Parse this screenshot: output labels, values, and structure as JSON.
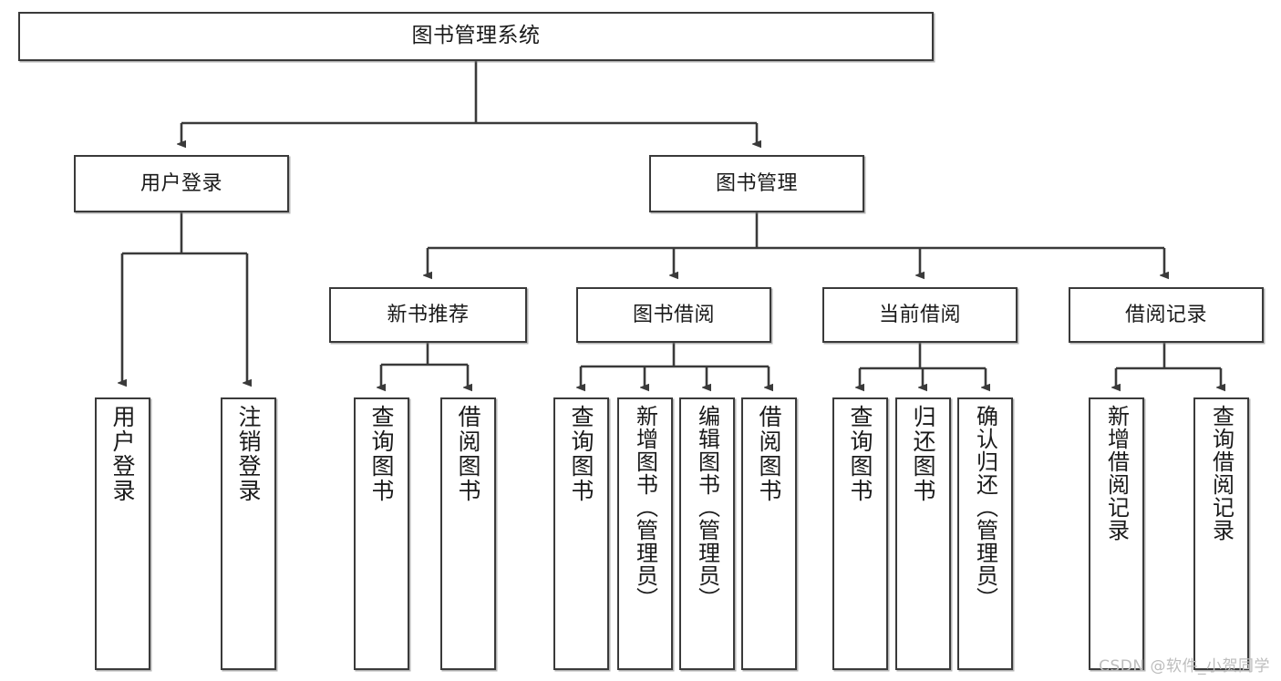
{
  "diagram": {
    "type": "tree",
    "title": "图书管理系统",
    "orientation": "top-down",
    "line_color": "#3a3a3a",
    "box_fill": "#ffffff",
    "text_color": "#1a1a1a"
  },
  "nodes": {
    "root": {
      "label": "图书管理系统"
    },
    "level2": [
      {
        "label": "用户登录"
      },
      {
        "label": "图书管理"
      }
    ],
    "level3": [
      {
        "label": "新书推荐"
      },
      {
        "label": "图书借阅"
      },
      {
        "label": "当前借阅"
      },
      {
        "label": "借阅记录"
      }
    ],
    "leaves": {
      "user_login": [
        {
          "label": "用户登录"
        },
        {
          "label": "注销登录"
        }
      ],
      "new_book": [
        {
          "label": "查询图书"
        },
        {
          "label": "借阅图书"
        }
      ],
      "book_borrow": [
        {
          "label": "查询图书"
        },
        {
          "label": "新增图书（管理员）"
        },
        {
          "label": "编辑图书（管理员）"
        },
        {
          "label": "借阅图书"
        }
      ],
      "current_borrow": [
        {
          "label": "查询图书"
        },
        {
          "label": "归还图书"
        },
        {
          "label": "确认归还（管理员）"
        }
      ],
      "borrow_record": [
        {
          "label": "新增借阅记录"
        },
        {
          "label": "查询借阅记录"
        }
      ]
    }
  },
  "watermark": {
    "text": "CSDN @软件_小贺同学",
    "color": "#bdbdbd"
  }
}
